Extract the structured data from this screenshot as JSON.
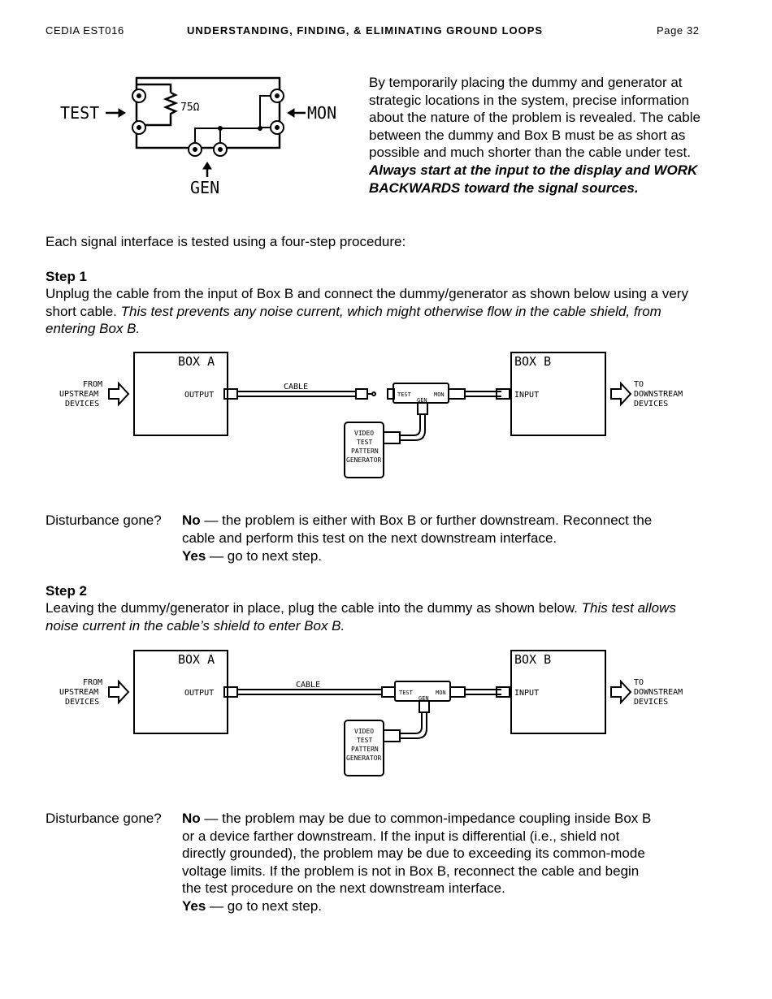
{
  "header": {
    "left": "CEDIA EST016",
    "center": "UNDERSTANDING, FINDING, & ELIMINATING GROUND LOOPS",
    "right": "Page 32"
  },
  "dummy_diagram": {
    "test_label": "TEST",
    "mon_label": "MON",
    "gen_label": "GEN",
    "resistor_label": "75Ω"
  },
  "intro": {
    "text": "By temporarily placing the dummy and generator at strategic locations in the system, precise information about the nature of the problem is revealed. The cable between the dummy and Box B must be as short as possible and much shorter than the cable under test.",
    "emphasis": "Always start at the input to the display and WORK BACKWARDS toward the signal sources."
  },
  "procedure_text": "Each signal interface is tested using a four-step procedure:",
  "step1": {
    "title": "Step 1",
    "text": "Unplug the cable from the input of Box B and connect the dummy/generator as shown below using a very short cable.",
    "italic": "This test prevents any noise current, which might otherwise flow in the cable shield, from entering Box B."
  },
  "step2": {
    "title": "Step 2",
    "text": "Leaving the dummy/generator in place, plug the cable into the dummy as shown below.",
    "italic": "This test allows noise current in the cable’s shield to enter Box B."
  },
  "system_diagram": {
    "from_lines": [
      "FROM",
      "UPSTREAM",
      "DEVICES"
    ],
    "box_a": "BOX A",
    "output": "OUTPUT",
    "cable": "CABLE",
    "test": "TEST",
    "mon": "MON",
    "gen": "GEN",
    "box_b": "BOX B",
    "input": "INPUT",
    "to_lines": [
      "TO",
      "DOWNSTREAM",
      "DEVICES"
    ],
    "generator_lines": [
      "VIDEO",
      "TEST",
      "PATTERN",
      "GENERATOR"
    ]
  },
  "result1": {
    "question": "Disturbance gone?",
    "no_label": "No",
    "no_line1": " — the problem is either with Box B or further downstream. Reconnect the",
    "no_line2": "cable and perform this test on the next downstream interface.",
    "yes_label": "Yes",
    "yes_text": " — go to next step."
  },
  "result2": {
    "question": "Disturbance gone?",
    "no_label": "No",
    "no_line1": " — the problem may be due to common-impedance coupling inside Box B",
    "no_lines": [
      "or a device farther downstream. If the input is differential (i.e., shield not",
      "directly grounded), the problem may be due to exceeding its common-mode",
      "voltage limits. If the problem is not in Box B, reconnect the cable and begin",
      "the test procedure on the next downstream interface."
    ],
    "yes_label": "Yes",
    "yes_text": " — go to next step."
  }
}
